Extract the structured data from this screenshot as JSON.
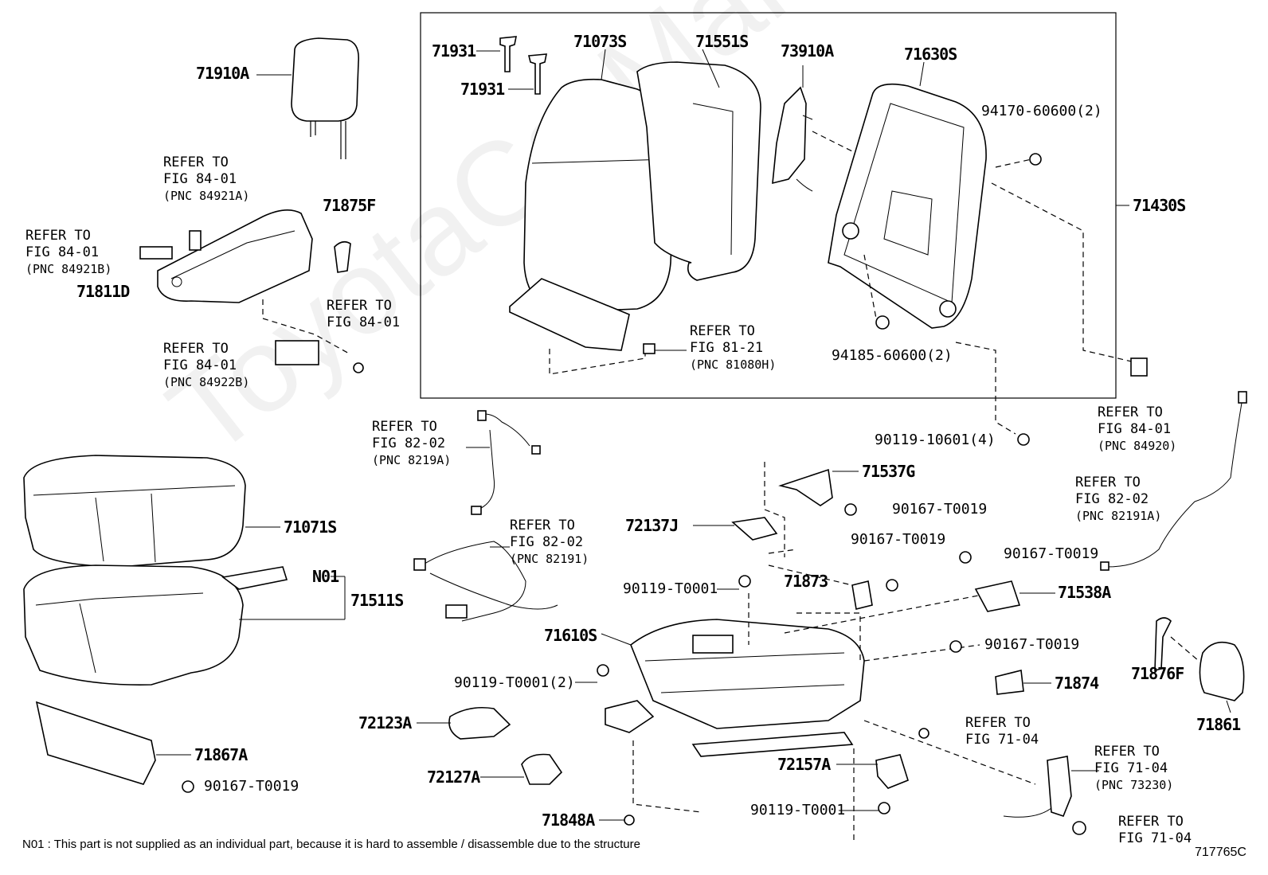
{
  "watermark": "ToyotaCarMart.ru",
  "labels": {
    "p71910A": "71910A",
    "p71931a": "71931",
    "p71931b": "71931",
    "p71073S": "71073S",
    "p71551S": "71551S",
    "p73910A": "73910A",
    "p71630S": "71630S",
    "p94170": "94170-60600(2)",
    "p71430S": "71430S",
    "p94185": "94185-60600(2)",
    "p71875F": "71875F",
    "p71811D": "71811D",
    "p71071S": "71071S",
    "pN01": "N01",
    "p71511S": "71511S",
    "p71867A": "71867A",
    "p90167a": "90167-T0019",
    "p90119_10601": "90119-10601(4)",
    "p71537G": "71537G",
    "p90167b": "90167-T0019",
    "p72137J": "72137J",
    "p90167c": "90167-T0019",
    "p90119a": "90119-T0001",
    "p71873": "71873",
    "p90167d": "90167-T0019",
    "p71538A": "71538A",
    "p71610S": "71610S",
    "p90167e": "90167-T0019",
    "p90119b": "90119-T0001(2)",
    "p71874": "71874",
    "p71876F": "71876F",
    "p71861": "71861",
    "p72123A": "72123A",
    "p72127A": "72127A",
    "p72157A": "72157A",
    "p90119c": "90119-T0001",
    "p71848A": "71848A"
  },
  "refs": [
    {
      "l1": "REFER TO",
      "l2": "FIG 84-01",
      "l3": "(PNC 84921A)"
    },
    {
      "l1": "REFER TO",
      "l2": "FIG 84-01",
      "l3": "(PNC 84921B)"
    },
    {
      "l1": "REFER TO",
      "l2": "FIG 84-01",
      "l3": ""
    },
    {
      "l1": "REFER TO",
      "l2": "FIG 84-01",
      "l3": "(PNC 84922B)"
    },
    {
      "l1": "REFER TO",
      "l2": "FIG 81-21",
      "l3": "(PNC 81080H)"
    },
    {
      "l1": "REFER TO",
      "l2": "FIG 84-01",
      "l3": "(PNC 84920)"
    },
    {
      "l1": "REFER TO",
      "l2": "FIG 82-02",
      "l3": "(PNC 8219A)"
    },
    {
      "l1": "REFER TO",
      "l2": "FIG 82-02",
      "l3": "(PNC 82191)"
    },
    {
      "l1": "REFER TO",
      "l2": "FIG 82-02",
      "l3": "(PNC 82191A)"
    },
    {
      "l1": "REFER TO",
      "l2": "FIG 71-04",
      "l3": ""
    },
    {
      "l1": "REFER TO",
      "l2": "FIG 71-04",
      "l3": "(PNC 73230)"
    },
    {
      "l1": "REFER TO",
      "l2": "FIG 71-04",
      "l3": ""
    }
  ],
  "note": "N01 :  This part is not supplied as an individual part, because it is hard to assemble / disassemble due to the structure",
  "code": "717765C"
}
